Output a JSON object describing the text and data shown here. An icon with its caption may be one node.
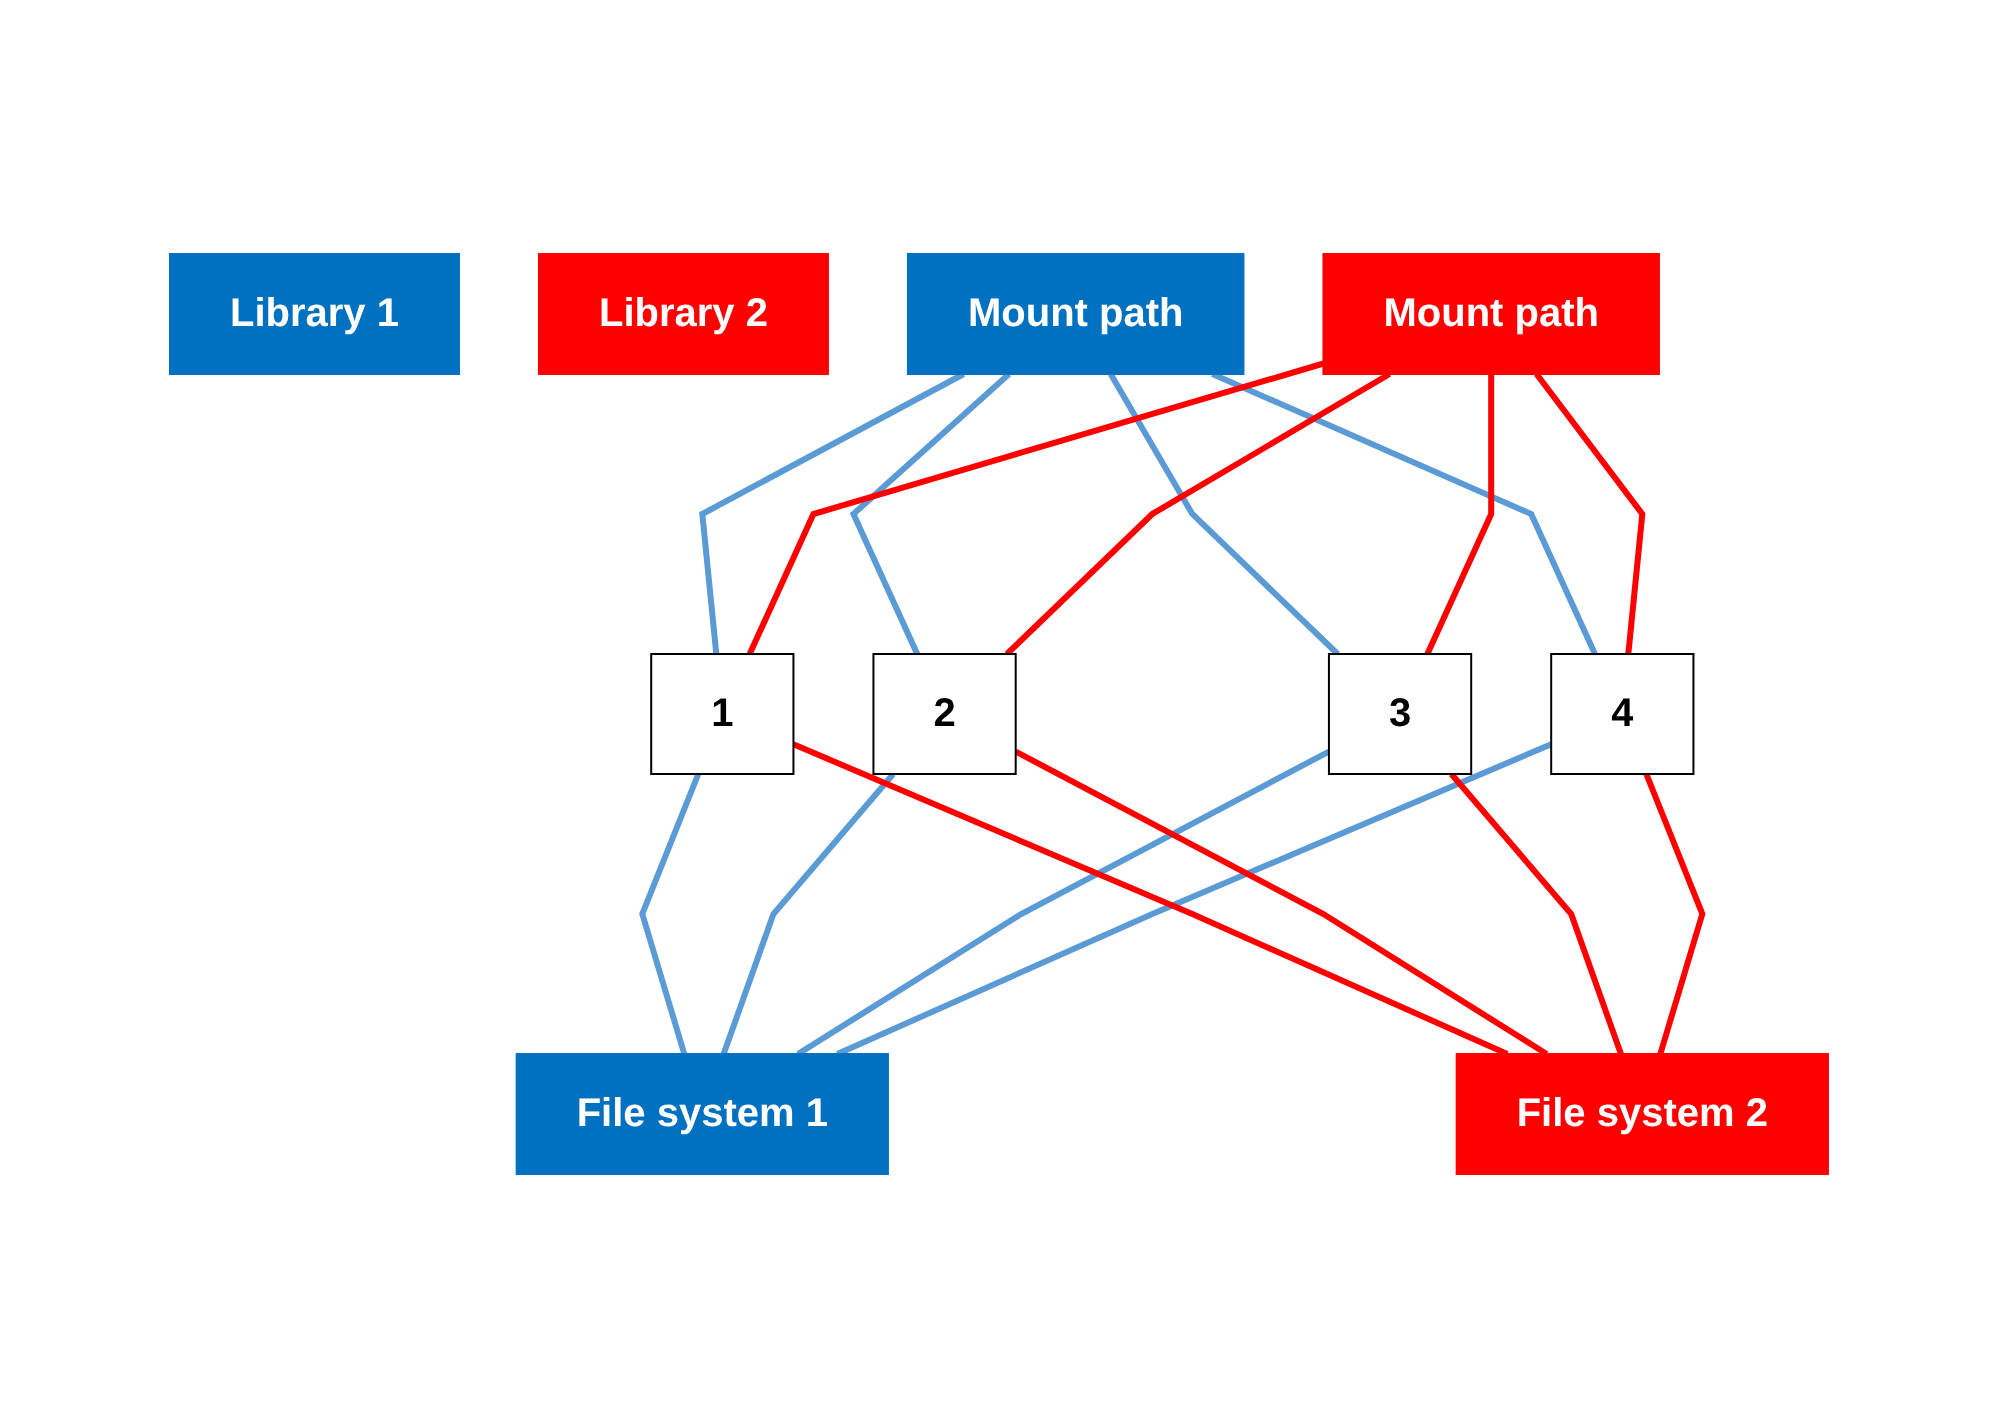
{
  "diagram": {
    "nodes": [
      {
        "text": [
          "Library 1"
        ]
      },
      {
        "text": [
          "Library 2"
        ]
      },
      {
        "text": [
          "Mount path"
        ]
      },
      {
        "text": [
          "Mount path"
        ]
      },
      {
        "text": [
          "1"
        ]
      },
      {
        "text": [
          "2"
        ]
      },
      {
        "text": [
          "3"
        ]
      },
      {
        "text": [
          "4"
        ]
      },
      {
        "text": [
          "File system 1"
        ]
      },
      {
        "text": [
          "File system 2"
        ]
      }
    ],
    "edges": [
      {
        "from": 2,
        "to": 4,
        "arrow": "none",
        "color": "#5b9bd5"
      },
      {
        "from": 2,
        "to": 5,
        "arrow": "none",
        "color": "#5b9bd5"
      },
      {
        "from": 2,
        "to": 6,
        "arrow": "none",
        "color": "#5b9bd5"
      },
      {
        "from": 2,
        "to": 7,
        "arrow": "none",
        "color": "#5b9bd5"
      },
      {
        "from": 3,
        "to": 4,
        "arrow": "none",
        "color": "#ff0000"
      },
      {
        "from": 3,
        "to": 5,
        "arrow": "none",
        "color": "#ff0000"
      },
      {
        "from": 3,
        "to": 6,
        "arrow": "none",
        "color": "#ff0000"
      },
      {
        "from": 3,
        "to": 7,
        "arrow": "none",
        "color": "#ff0000"
      },
      {
        "from": 4,
        "to": 8,
        "arrow": "none",
        "color": "#5b9bd5"
      },
      {
        "from": 5,
        "to": 8,
        "arrow": "none",
        "color": "#5b9bd5"
      },
      {
        "from": 6,
        "to": 8,
        "arrow": "none",
        "color": "#5b9bd5"
      },
      {
        "from": 7,
        "to": 8,
        "arrow": "none",
        "color": "#5b9bd5"
      },
      {
        "from": 4,
        "to": 9,
        "arrow": "none",
        "color": "#ff0000"
      },
      {
        "from": 5,
        "to": 9,
        "arrow": "none",
        "color": "#ff0000"
      },
      {
        "from": 6,
        "to": 9,
        "arrow": "none",
        "color": "#ff0000"
      },
      {
        "from": 7,
        "to": 9,
        "arrow": "none",
        "color": "#ff0000"
      }
    ]
  }
}
